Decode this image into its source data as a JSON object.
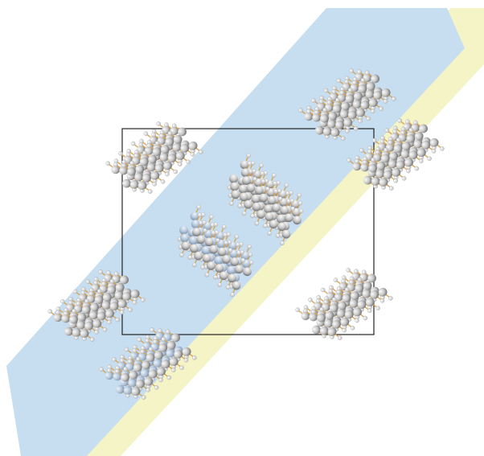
{
  "scene": {
    "background": "#ffffff",
    "colors": {
      "blue_plane": "#c7def1",
      "yellow_plane": "#f5f4c6",
      "cell_edge": "#222222",
      "bond": "#d8a450",
      "carbon_hi": "#fbfbfb",
      "carbon_mid": "#c6c6c6",
      "carbon_lo": "#6e6e6e",
      "hydrogen": "#f7f7f7",
      "hydrogen_edge": "#a0a0a0"
    }
  },
  "unit_cell": {
    "shape": "rectangle"
  },
  "planes": [
    {
      "name": "blue-plane",
      "color": "#c7def1"
    },
    {
      "name": "yellow-plane",
      "color": "#f5f4c6"
    }
  ],
  "molecules": [
    {
      "name": "molecule-top-left",
      "atom": "carbon",
      "layer": "outside"
    },
    {
      "name": "molecule-top-right",
      "atom": "carbon",
      "layer": "blue"
    },
    {
      "name": "molecule-right-yellow",
      "atom": "carbon",
      "layer": "yellow"
    },
    {
      "name": "molecule-center-upper",
      "atom": "carbon",
      "layer": "blue"
    },
    {
      "name": "molecule-center-lower",
      "atom": "carbon",
      "layer": "blue"
    },
    {
      "name": "molecule-left",
      "atom": "carbon",
      "layer": "blue"
    },
    {
      "name": "molecule-bottom-right",
      "atom": "carbon",
      "layer": "outside"
    },
    {
      "name": "molecule-bottom-left",
      "atom": "carbon",
      "layer": "blue"
    }
  ]
}
